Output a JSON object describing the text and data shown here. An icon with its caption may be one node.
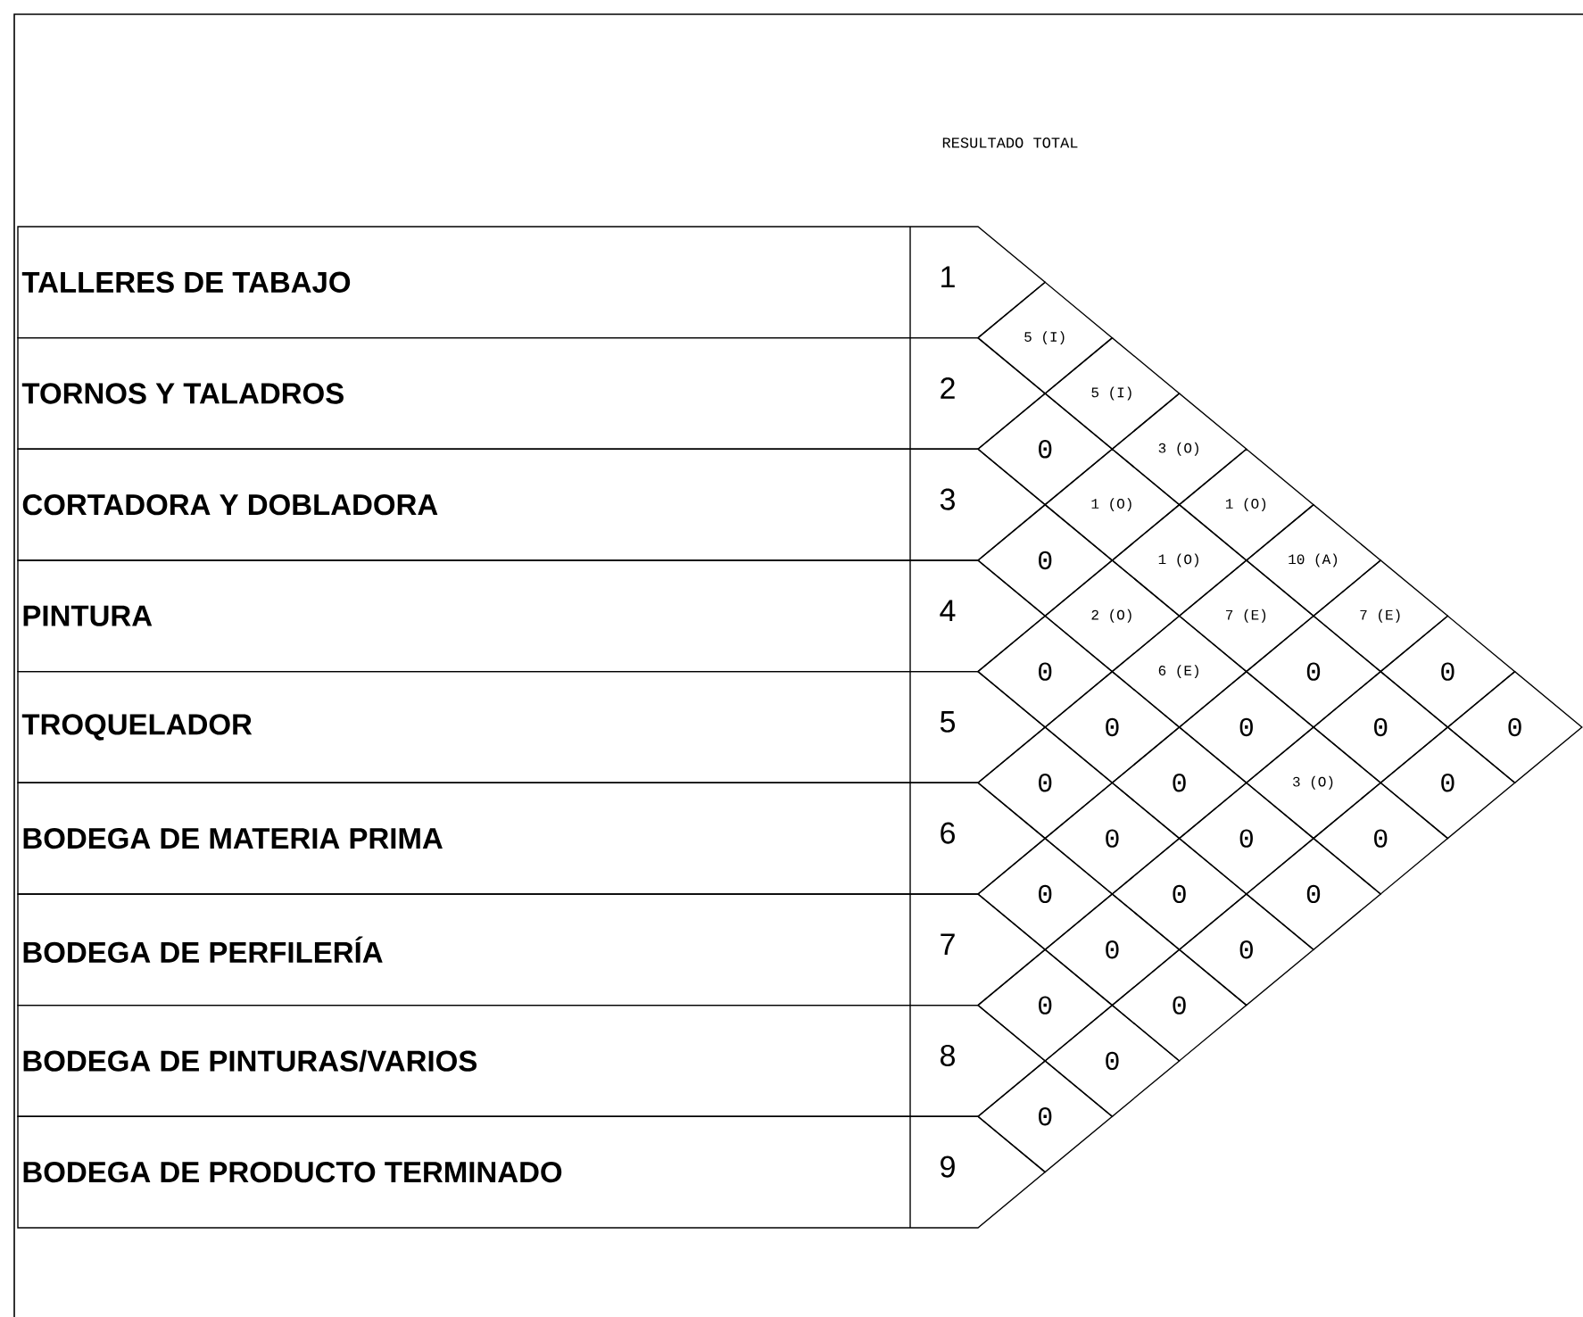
{
  "diagram": {
    "title": "RESULTADO TOTAL",
    "nodes": [
      {
        "text": [
          "TALLERES DE TABAJO",
          "1"
        ]
      },
      {
        "text": [
          "TORNOS Y TALADROS",
          "2"
        ]
      },
      {
        "text": [
          "CORTADORA Y DOBLADORA",
          "3"
        ]
      },
      {
        "text": [
          "PINTURA",
          "4"
        ]
      },
      {
        "text": [
          "TROQUELADOR",
          "5"
        ]
      },
      {
        "text": [
          "BODEGA DE MATERIA PRIMA",
          "6"
        ]
      },
      {
        "text": [
          "BODEGA DE PERFILERÍA",
          "7"
        ]
      },
      {
        "text": [
          "BODEGA DE PINTURAS/VARIOS",
          "8"
        ]
      },
      {
        "text": [
          "BODEGA DE PRODUCTO TERMINADO",
          "9"
        ]
      },
      {
        "text": [
          "5 (I)"
        ]
      },
      {
        "text": [
          "5 (I)"
        ]
      },
      {
        "text": [
          "0"
        ]
      },
      {
        "text": [
          "3 (O)"
        ]
      },
      {
        "text": [
          "1 (O)"
        ]
      },
      {
        "text": [
          "1 (O)"
        ]
      },
      {
        "text": [
          "0"
        ]
      },
      {
        "text": [
          "1 (O)"
        ]
      },
      {
        "text": [
          "10 (A)"
        ]
      },
      {
        "text": [
          "2 (O)"
        ]
      },
      {
        "text": [
          "7 (E)"
        ]
      },
      {
        "text": [
          "7 (E)"
        ]
      },
      {
        "text": [
          "0"
        ]
      },
      {
        "text": [
          "6 (E)"
        ]
      },
      {
        "text": [
          "0"
        ]
      },
      {
        "text": [
          "0"
        ]
      },
      {
        "text": [
          "0"
        ]
      },
      {
        "text": [
          "0"
        ]
      },
      {
        "text": [
          "0"
        ]
      },
      {
        "text": [
          "0"
        ]
      },
      {
        "text": [
          "0"
        ]
      },
      {
        "text": [
          "0"
        ]
      },
      {
        "text": [
          "3 (O)"
        ]
      },
      {
        "text": [
          "0"
        ]
      },
      {
        "text": [
          "0"
        ]
      },
      {
        "text": [
          "0"
        ]
      },
      {
        "text": [
          "0"
        ]
      },
      {
        "text": [
          "0"
        ]
      },
      {
        "text": [
          "0"
        ]
      },
      {
        "text": [
          "0"
        ]
      },
      {
        "text": [
          "0"
        ]
      },
      {
        "text": [
          "0"
        ]
      },
      {
        "text": [
          "0"
        ]
      },
      {
        "text": [
          "0"
        ]
      },
      {
        "text": [
          "0"
        ]
      },
      {
        "text": [
          "0"
        ]
      }
    ]
  }
}
